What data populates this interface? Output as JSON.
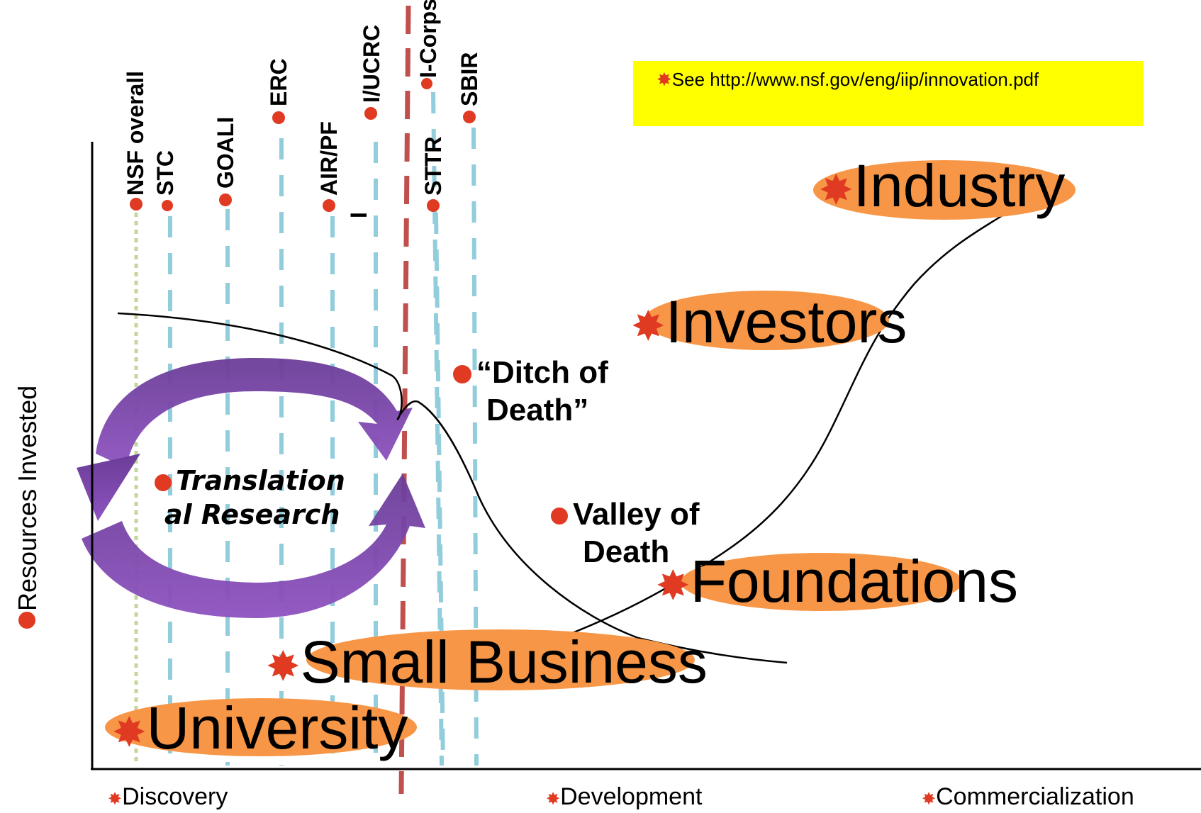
{
  "note": "See http://www.nsf.gov/eng/iip/innovation.pdf",
  "programs": [
    "NSF overall",
    "STC",
    "GOALI",
    "ERC",
    "AIR/PF",
    "I",
    "I/UCRC",
    "I-Corps",
    "STTR",
    "SBIR"
  ],
  "labels": {
    "ditch": "“Ditch of Death”",
    "ditch_line1": "“Ditch of",
    "ditch_line2": "Death”",
    "valley_line1": "Valley of",
    "valley_line2": "Death",
    "translational_line1": "Translation",
    "translational_line2": "al Research"
  },
  "actors": {
    "industry": "Industry",
    "investors": "Investors",
    "foundations": "Foundations",
    "small_business": "Small Business",
    "university": "University"
  },
  "axis": {
    "y_label": "Resources Invested",
    "x_categories": [
      "Discovery",
      "Development",
      "Commercialization"
    ]
  },
  "colors": {
    "burst": "#e03a22",
    "ellipse": "#f79646",
    "dash_blue": "#92cddc",
    "dash_green": "#c3d69b",
    "dash_red": "#c0504d",
    "arrow_purple": "#7f49a8",
    "note_bg": "#ffff00"
  }
}
